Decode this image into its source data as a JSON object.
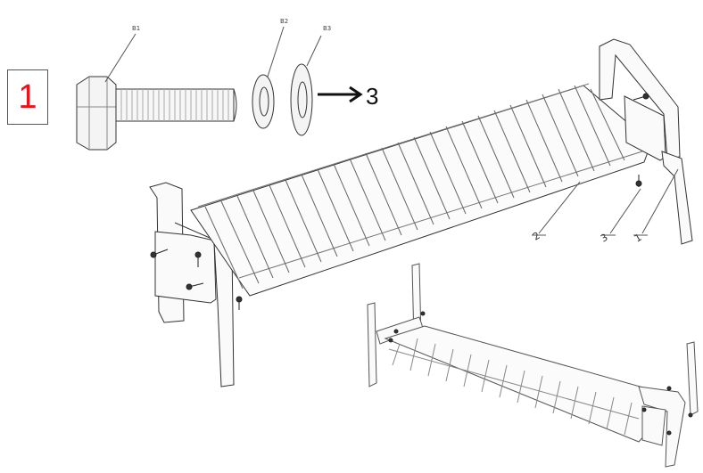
{
  "step": {
    "number": "1",
    "number_color": "#e8141b"
  },
  "hardware_labels": {
    "bolt": "B1",
    "spring_washer": "B2",
    "flat_washer": "B3"
  },
  "arrow_target": "3",
  "callouts": {
    "slat_seat": "2",
    "bolt_assembly": "3",
    "leg_frame": "1"
  }
}
